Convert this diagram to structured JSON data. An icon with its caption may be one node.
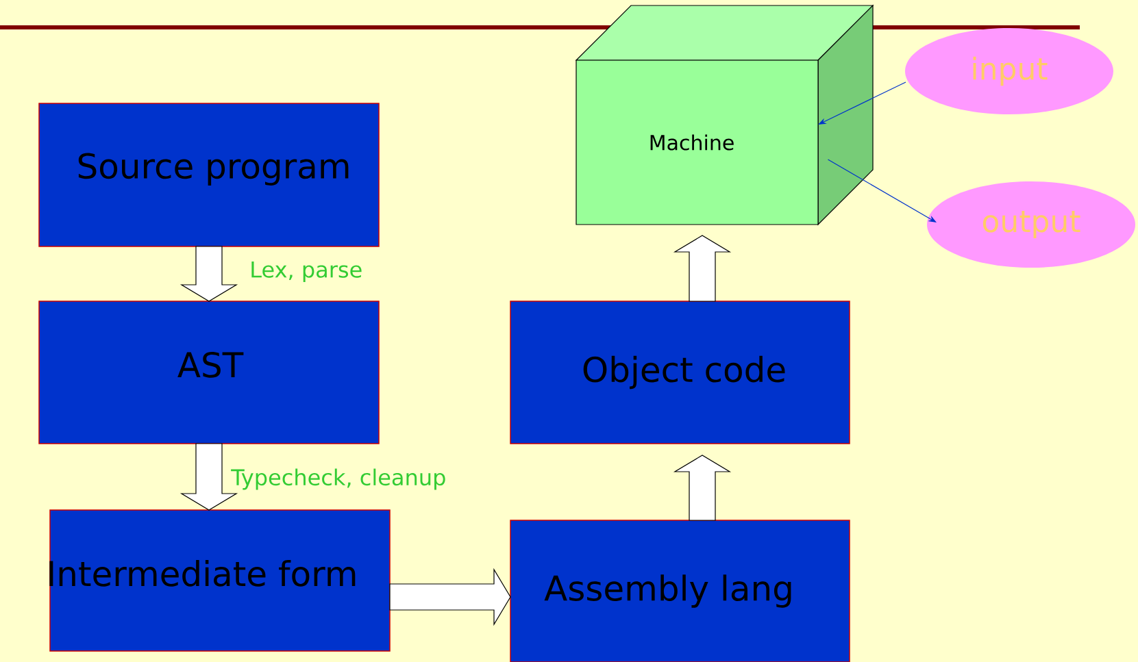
{
  "diagram": {
    "nodes": [
      {
        "text": [
          "Source program"
        ]
      },
      {
        "text": [
          "AST"
        ]
      },
      {
        "text": [
          "Intermediate form"
        ]
      },
      {
        "text": [
          "Assembly lang"
        ]
      },
      {
        "text": [
          "Object code"
        ]
      },
      {
        "text": [
          "Machine"
        ]
      },
      {
        "text": [
          "input"
        ]
      },
      {
        "text": [
          "output"
        ]
      }
    ],
    "edges": [
      {
        "from": 0,
        "to": 1,
        "arrow": "to",
        "label": "Lex, parse"
      },
      {
        "from": 1,
        "to": 2,
        "arrow": "to",
        "label": "Typecheck, cleanup"
      },
      {
        "from": 2,
        "to": 3,
        "arrow": "to"
      },
      {
        "from": 3,
        "to": 4,
        "arrow": "to"
      },
      {
        "from": 4,
        "to": 5,
        "arrow": "to"
      },
      {
        "from": 6,
        "to": 5,
        "arrow": "to",
        "color": "#0033cc"
      },
      {
        "from": 5,
        "to": 7,
        "arrow": "to",
        "color": "#0033cc"
      }
    ]
  }
}
